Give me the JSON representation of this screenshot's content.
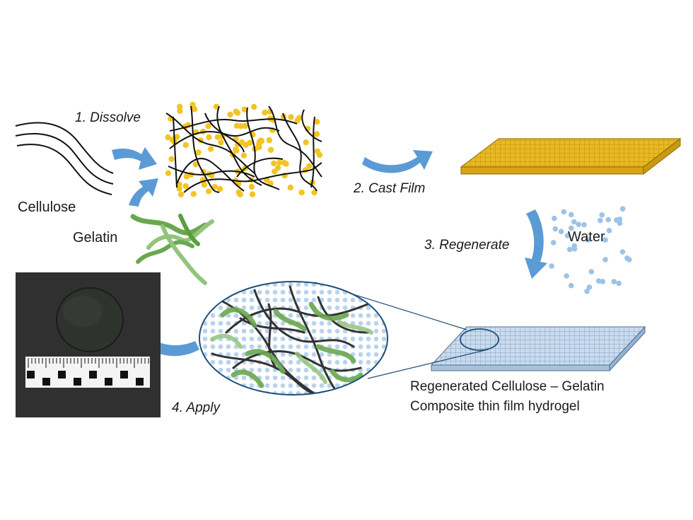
{
  "labels": {
    "cellulose": "Cellulose",
    "gelatin": "Gelatin",
    "water": "Water",
    "product_line1": "Regenerated Cellulose – Gelatin",
    "product_line2": "Composite thin film hydrogel"
  },
  "steps": [
    {
      "label": "1. Dissolve"
    },
    {
      "label": "2. Cast Film"
    },
    {
      "label": "3. Regenerate"
    },
    {
      "label": "4. Apply"
    }
  ],
  "colors": {
    "arrow": "#5b9bd5",
    "gelatin_dot": "#f2c525",
    "gelatin_strand": "#6aa84f",
    "water_dot": "#9dc3e6",
    "fiber": "#111111",
    "photo_bg": "#2b2b2b",
    "film_gold": "#e8b923",
    "film_blue": "#b9cfe6"
  },
  "icons": {
    "photo": "hydrogel-sample-photo",
    "ruler": "ruler-icon",
    "magnifier": "magnified-view"
  }
}
